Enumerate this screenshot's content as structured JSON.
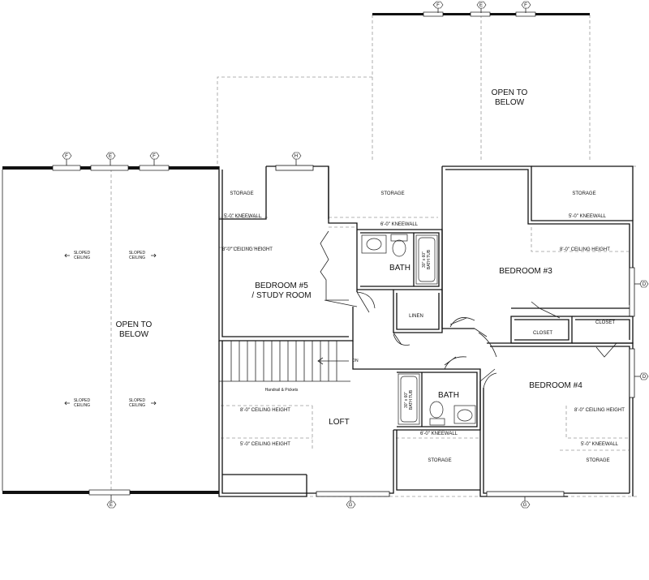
{
  "rooms": {
    "open_below_right": "OPEN TO\nBELOW",
    "open_below_left": "OPEN TO\nBELOW",
    "bedroom5": "BEDROOM #5\n/ STUDY ROOM",
    "bedroom3": "BEDROOM #3",
    "bedroom4": "BEDROOM #4",
    "bath_upper": "BATH",
    "bath_lower": "BATH",
    "loft": "LOFT",
    "linen": "LINEN",
    "closet_left": "CLOSET",
    "closet_right": "CLOSET"
  },
  "notes": {
    "storage_left": "STORAGE",
    "storage_mid": "STORAGE",
    "storage_right": "STORAGE",
    "storage_bottom_mid": "STORAGE",
    "storage_bottom_right": "STORAGE",
    "kneewall_left": "5'-0\" KNEEWALL",
    "kneewall_mid": "6'-0\" KNEEWALL",
    "kneewall_right": "5'-0\" KNEEWALL",
    "kneewall_bath": "6'-0\" KNEEWALL",
    "kneewall_br4": "5'-0\" KNEEWALL",
    "ceiling_br5": "8'-0\" CEILING HEIGHT",
    "ceiling_br3": "8'-0\" CEILING HEIGHT",
    "ceiling_br4": "8'-0\" CEILING HEIGHT",
    "ceiling_loft_8": "8'-0\" CEILING HEIGHT",
    "ceiling_loft_5": "5'-0\" CEILING HEIGHT",
    "handrail": "Handrail & Pickets",
    "dn": "DN",
    "tub_upper": "30\" x 60\"\nBATH TUB",
    "tub_lower": "30\" x 60\"\nBATH TUB",
    "sloped_1": "SLOPED\nCEILING",
    "sloped_2": "SLOPED\nCEILING",
    "sloped_3": "SLOPED\nCEILING",
    "sloped_4": "SLOPED\nCEILING"
  },
  "elevation_tags": {
    "top_right_1": "F",
    "top_right_2": "E",
    "top_right_3": "F",
    "left_1": "F",
    "left_2": "E",
    "left_3": "F",
    "bed5_window": "H",
    "bottom_left": "E",
    "bottom_mid": "G",
    "bottom_right": "G",
    "right_upper": "D",
    "right_lower": "D"
  }
}
